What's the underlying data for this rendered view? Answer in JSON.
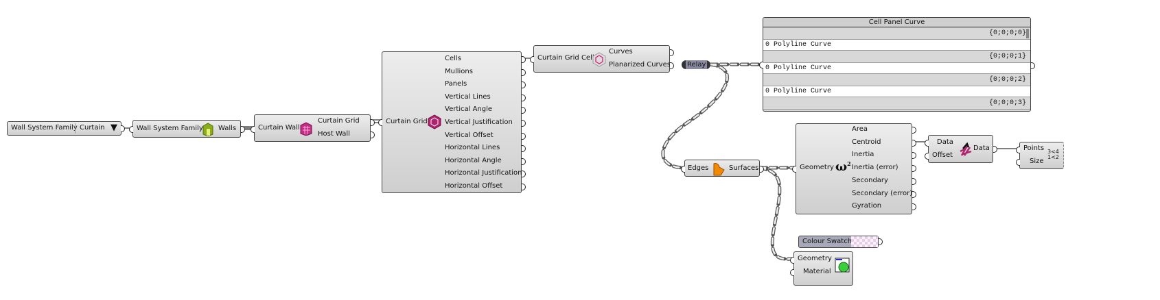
{
  "value_list": {
    "name": "Wall System Family",
    "value": "Curtain"
  },
  "wall_system_family": {
    "name": "Wall System Family",
    "output": "Walls"
  },
  "curtain_wall": {
    "input": "Curtain Wall",
    "outputs": [
      "Curtain Grid",
      "Host Wall"
    ]
  },
  "curtain_grid": {
    "input": "Curtain Grid",
    "outputs": [
      "Cells",
      "Mullions",
      "Panels",
      "Vertical Lines",
      "Vertical Angle",
      "Vertical Justification",
      "Vertical Offset",
      "Horizontal Lines",
      "Horizontal Angle",
      "Horizontal Justification",
      "Horizontal Offset"
    ]
  },
  "curtain_grid_cell": {
    "input": "Curtain Grid Cell",
    "outputs": [
      "Curves",
      "Planarized Curves"
    ]
  },
  "relay": {
    "label": "Relay"
  },
  "panel": {
    "title": "Cell Panel Curve",
    "rows": [
      {
        "path": "{0;0;0;0}",
        "item": "0 Polyline Curve"
      },
      {
        "path": "{0;0;0;1}",
        "item": "0 Polyline Curve"
      },
      {
        "path": "{0;0;0;2}",
        "item": "0 Polyline Curve"
      },
      {
        "path": "{0;0;0;3}",
        "item": ""
      }
    ]
  },
  "boundary": {
    "input": "Edges",
    "output": "Surfaces"
  },
  "area_moments": {
    "input": "Geometry",
    "outputs": [
      "Area",
      "Centroid",
      "Inertia",
      "Inertia (error)",
      "Secondary",
      "Secondary (error)",
      "Gyration"
    ]
  },
  "shift_list": {
    "inputs": [
      "Data",
      "Offset"
    ],
    "output": "Data"
  },
  "points": {
    "inputs": [
      "Points",
      "Size"
    ]
  },
  "colour_swatch": {
    "label": "Colour Swatch"
  },
  "preview": {
    "inputs": [
      "Geometry",
      "Material"
    ]
  },
  "colors": {
    "accent": "#b0246f",
    "canvas": "#ffffff",
    "component": "#d9d9d9",
    "relay": "#6e6e80"
  }
}
